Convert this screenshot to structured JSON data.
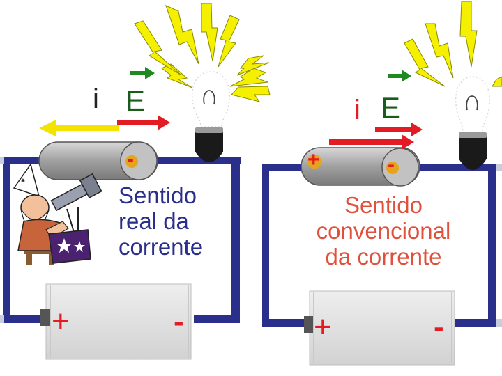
{
  "colors": {
    "wire": "#2b2f8c",
    "wire_end": "#c9ccdd",
    "conductor": "#a8a8a8",
    "battery_body": "#dedede",
    "battery_terminal": "#555555",
    "positive": "#e31b23",
    "negative": "#e31b23",
    "arrow_red": "#e31b23",
    "arrow_yellow": "#f4e300",
    "arrow_green": "#1f8a1f",
    "label_i_left": "#222222",
    "label_e_left": "#1a5c1a",
    "label_i_right": "#e31b23",
    "label_e_right": "#1a5c1a",
    "caption_left": "#2b2f8c",
    "caption_right": "#e0513d",
    "bulb_base": "#1a1a1a",
    "light_rays": "#f4f000"
  },
  "left_panel": {
    "label_i": "i",
    "label_e": "E",
    "caption": [
      "Sentido",
      "real da",
      "corrente"
    ],
    "battery_plus": "+",
    "battery_minus": "-",
    "conductor_charge": "-",
    "illustration": "wizard-with-telescope"
  },
  "right_panel": {
    "label_i": "i",
    "label_e": "E",
    "caption": [
      "Sentido",
      "convencional",
      "da corrente"
    ],
    "battery_plus": "+",
    "battery_minus": "-",
    "conductor_charge_plus": "+",
    "conductor_charge_minus": "-"
  }
}
